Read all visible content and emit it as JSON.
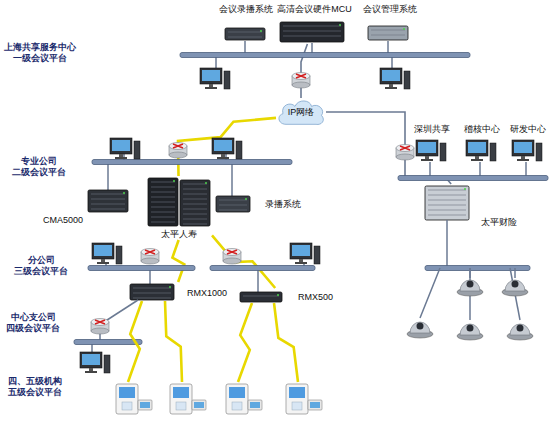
{
  "diagram": {
    "nodes": [
      {
        "text": [
          "会议录播系统"
        ]
      },
      {
        "text": [
          "高清会议硬件MCU"
        ]
      },
      {
        "text": [
          "会议管理系统"
        ]
      },
      {
        "text": [
          "IP网络"
        ]
      },
      {
        "text": [
          "CMA5000"
        ]
      },
      {
        "text": [
          "太平人寿"
        ]
      },
      {
        "text": [
          "录播系统"
        ]
      },
      {
        "text": [
          "RMX1000"
        ]
      },
      {
        "text": [
          "RMX500"
        ]
      },
      {
        "text": [
          "太平财险"
        ]
      }
    ],
    "edges": [
      {
        "from": 1,
        "to": 3,
        "arrow": "none"
      },
      {
        "from": 3,
        "to": 5,
        "arrow": "none"
      },
      {
        "from": 3,
        "to": 9,
        "arrow": "none"
      },
      {
        "from": 5,
        "to": 7,
        "arrow": "none"
      },
      {
        "from": 5,
        "to": 8,
        "arrow": "none"
      }
    ],
    "labels": [
      "上海共享服务中心 一级会议平台",
      "专业公司 二级会议平台",
      "分公司 三级会议平台",
      "中心支公司 四级会议平台",
      "四、五级机构 五级会议平台",
      "深圳共享",
      "稽核中心",
      "研发中心"
    ]
  }
}
